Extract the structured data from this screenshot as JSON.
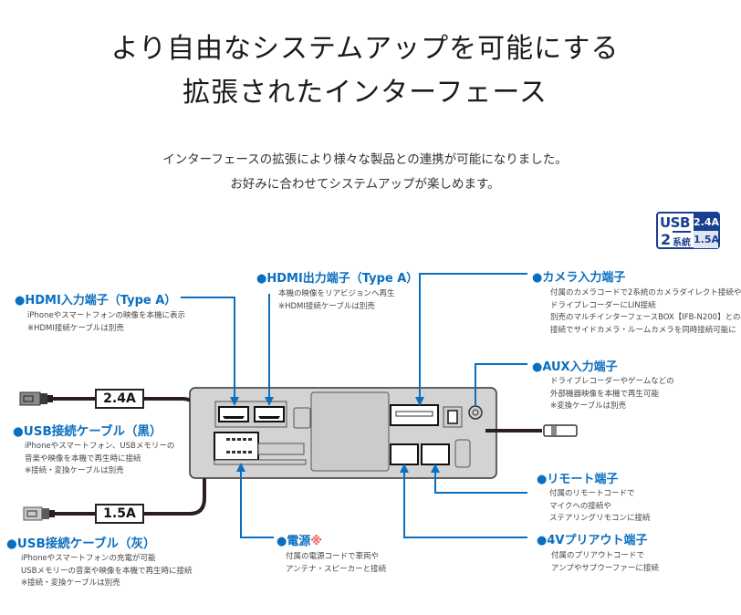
{
  "header": {
    "title_line1": "より自由なシステムアップを可能にする",
    "title_line2": "拡張されたインターフェース",
    "subtitle_line1": "インターフェースの拡張により様々な製品との連携が可能になりました。",
    "subtitle_line2": "お好みに合わせてシステムアップが楽しめます。"
  },
  "badge": {
    "usb": "USB",
    "count": "2",
    "kei": "系統",
    "amp_high": "2.4A",
    "amp_low": "1.5A"
  },
  "colors": {
    "accent": "#0b6fc0",
    "title_text": "#1a1a1a",
    "badge_navy": "#1a3f8f",
    "unit_body": "#d3d3d3",
    "cable": "#2a1f1c",
    "note_mark": "#f05a5a"
  },
  "callouts": {
    "hdmi_in": {
      "label": "HDMI入力端子（Type A）",
      "lines": [
        "iPhoneやスマートフォンの映像を本機に表示",
        "※HDMI接続ケーブルは別売"
      ]
    },
    "hdmi_out": {
      "label": "HDMI出力端子（Type A）",
      "lines": [
        "本機の映像をリアビジョンへ再生",
        "※HDMI接続ケーブルは別売"
      ]
    },
    "camera_in": {
      "label": "カメラ入力端子",
      "lines": [
        "付属のカメラコードで2系統のカメラダイレクト接続や",
        "ドライブレコーダーにLIN接続",
        "別売のマルチインターフェースBOX【IFB-N200】との",
        "接続でサイドカメラ・ルームカメラを同時接続可能に"
      ]
    },
    "aux_in": {
      "label": "AUX入力端子",
      "lines": [
        "ドライブレコーダーやゲームなどの",
        "外部機器映像を本機で再生可能",
        "※変換ケーブルは別売"
      ]
    },
    "usb_black": {
      "label": "USB接続ケーブル（黒）",
      "amp": "2.4A",
      "lines": [
        "iPhoneやスマートフォン、USBメモリーの",
        "音楽や映像を本機で再生時に接続",
        "※接続・変換ケーブルは別売"
      ]
    },
    "usb_gray": {
      "label": "USB接続ケーブル（灰）",
      "amp": "1.5A",
      "lines": [
        "iPhoneやスマートフォンの充電が可能",
        "USBメモリーの音楽や映像を本機で再生時に接続",
        "※接続・変換ケーブルは別売"
      ]
    },
    "power": {
      "label": "電源",
      "mark": "※",
      "lines": [
        "付属の電源コードで車両や",
        "アンテナ・スピーカーと接続"
      ]
    },
    "remote": {
      "label": "リモート端子",
      "lines": [
        "付属のリモートコードで",
        "マイクへの接続や",
        "ステアリングリモコンに接続"
      ]
    },
    "preout": {
      "label": "4Vプリアウト端子",
      "lines": [
        "付属のプリアウトコードで",
        "アンプやサブウーファーに接続"
      ]
    }
  },
  "bullet": "●"
}
